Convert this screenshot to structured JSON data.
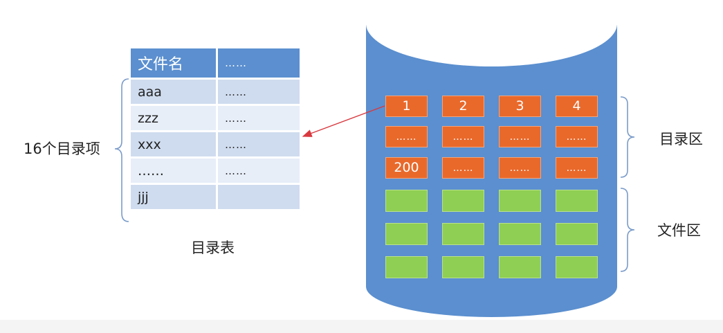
{
  "directory_table": {
    "header": {
      "col1": "文件名",
      "col2": "……"
    },
    "rows": [
      {
        "name": "aaa",
        "other": "……"
      },
      {
        "name": "zzz",
        "other": "……"
      },
      {
        "name": "xxx",
        "other": "……"
      },
      {
        "name": "……",
        "other": "……"
      },
      {
        "name": "jjj",
        "other": ""
      }
    ],
    "entry_count_label": "16个目录项",
    "caption": "目录表"
  },
  "disk": {
    "directory_area": {
      "label": "目录区",
      "rows": [
        [
          "1",
          "2",
          "3",
          "4"
        ],
        [
          "……",
          "……",
          "……",
          "……"
        ],
        [
          "200",
          "……",
          "……",
          "……"
        ]
      ]
    },
    "file_area": {
      "label": "文件区",
      "rows": 3,
      "columns": 4
    }
  },
  "colors": {
    "disk": "#5b8fcf",
    "directory_block": "#e9692b",
    "file_block": "#8fcf53",
    "table_header": "#5b8fcf",
    "table_row_odd": "#cfdcef",
    "table_row_even": "#e7eef8",
    "arrow": "#d8393f",
    "brace": "#7a9bc9"
  }
}
